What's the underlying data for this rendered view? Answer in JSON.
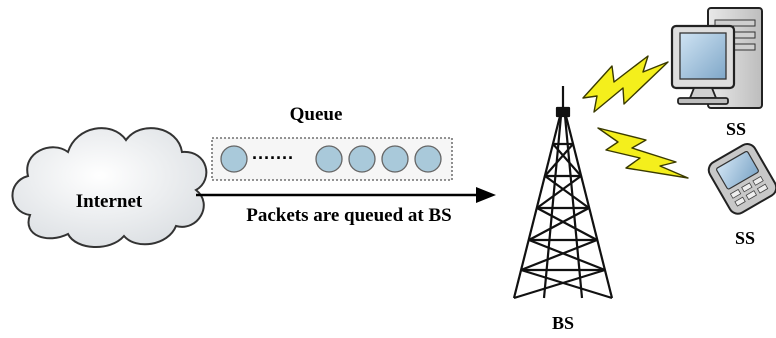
{
  "internet": {
    "label": "Internet",
    "icon": "cloud-icon"
  },
  "queue": {
    "label": "Queue",
    "packet_color": "#a9c9da",
    "left_packets": 1,
    "right_packets": 4
  },
  "link": {
    "label": "Packets are queued at BS"
  },
  "base_station": {
    "label": "BS",
    "icon": "cell-tower-icon"
  },
  "subscribers": [
    {
      "label": "SS",
      "icon": "desktop-computer-icon"
    },
    {
      "label": "SS",
      "icon": "mobile-phone-icon"
    }
  ],
  "colors": {
    "lightning": "#f4ef1c",
    "lightning_edge": "#3a3a00",
    "cloud": "#eef0f2"
  }
}
